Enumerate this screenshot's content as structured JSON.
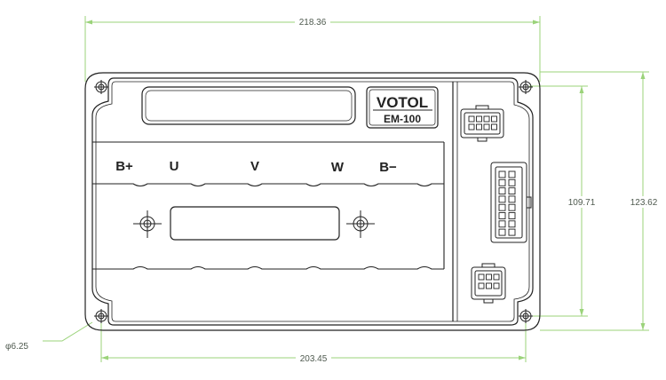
{
  "dimensions": {
    "overall_width": "218.36",
    "hole_spacing_width": "203.45",
    "hole_spacing_height": "109.71",
    "overall_height": "123.62",
    "hole_diameter": "φ6.25"
  },
  "label": {
    "brand": "VOTOL",
    "model": "EM-100"
  },
  "terminals": [
    "B+",
    "U",
    "V",
    "W",
    "B−"
  ],
  "colors": {
    "dimension_line": "#9bd37a",
    "outline": "#222222",
    "text": "#4f5a4f"
  }
}
